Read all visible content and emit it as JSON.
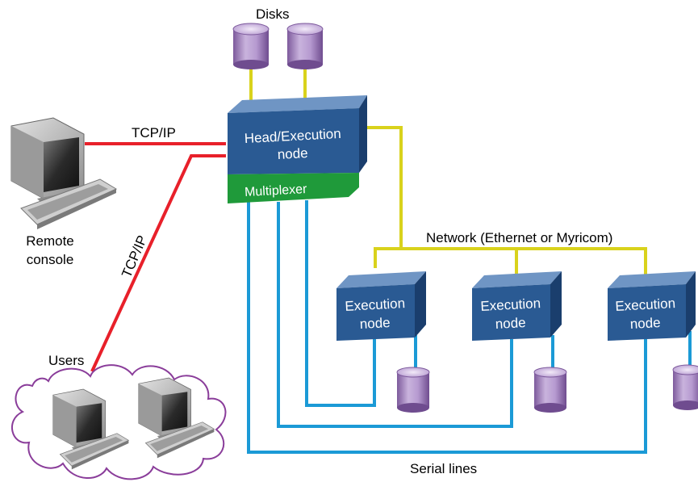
{
  "labels": {
    "disks": "Disks",
    "head_node_line1": "Head/Execution",
    "head_node_line2": "node",
    "multiplexer": "Multiplexer",
    "tcpip_top": "TCP/IP",
    "tcpip_diag": "TCP/IP",
    "remote_console_line1": "Remote",
    "remote_console_line2": "console",
    "users": "Users",
    "network": "Network (Ethernet or Myricom)",
    "exec_node_line1": "Execution",
    "exec_node_line2": "node",
    "serial_lines": "Serial lines"
  },
  "colors": {
    "tcpip_link": "#e8202a",
    "network_link": "#d9d21c",
    "serial_link": "#1b9ad6",
    "node_blue": "#2a5a93",
    "multiplexer_green": "#1f9a3a",
    "disk_purple": "#a887c4",
    "users_cloud": "#8a3d9a"
  },
  "icons": [
    "desktop-computer-icon",
    "disk-cylinder-icon"
  ]
}
